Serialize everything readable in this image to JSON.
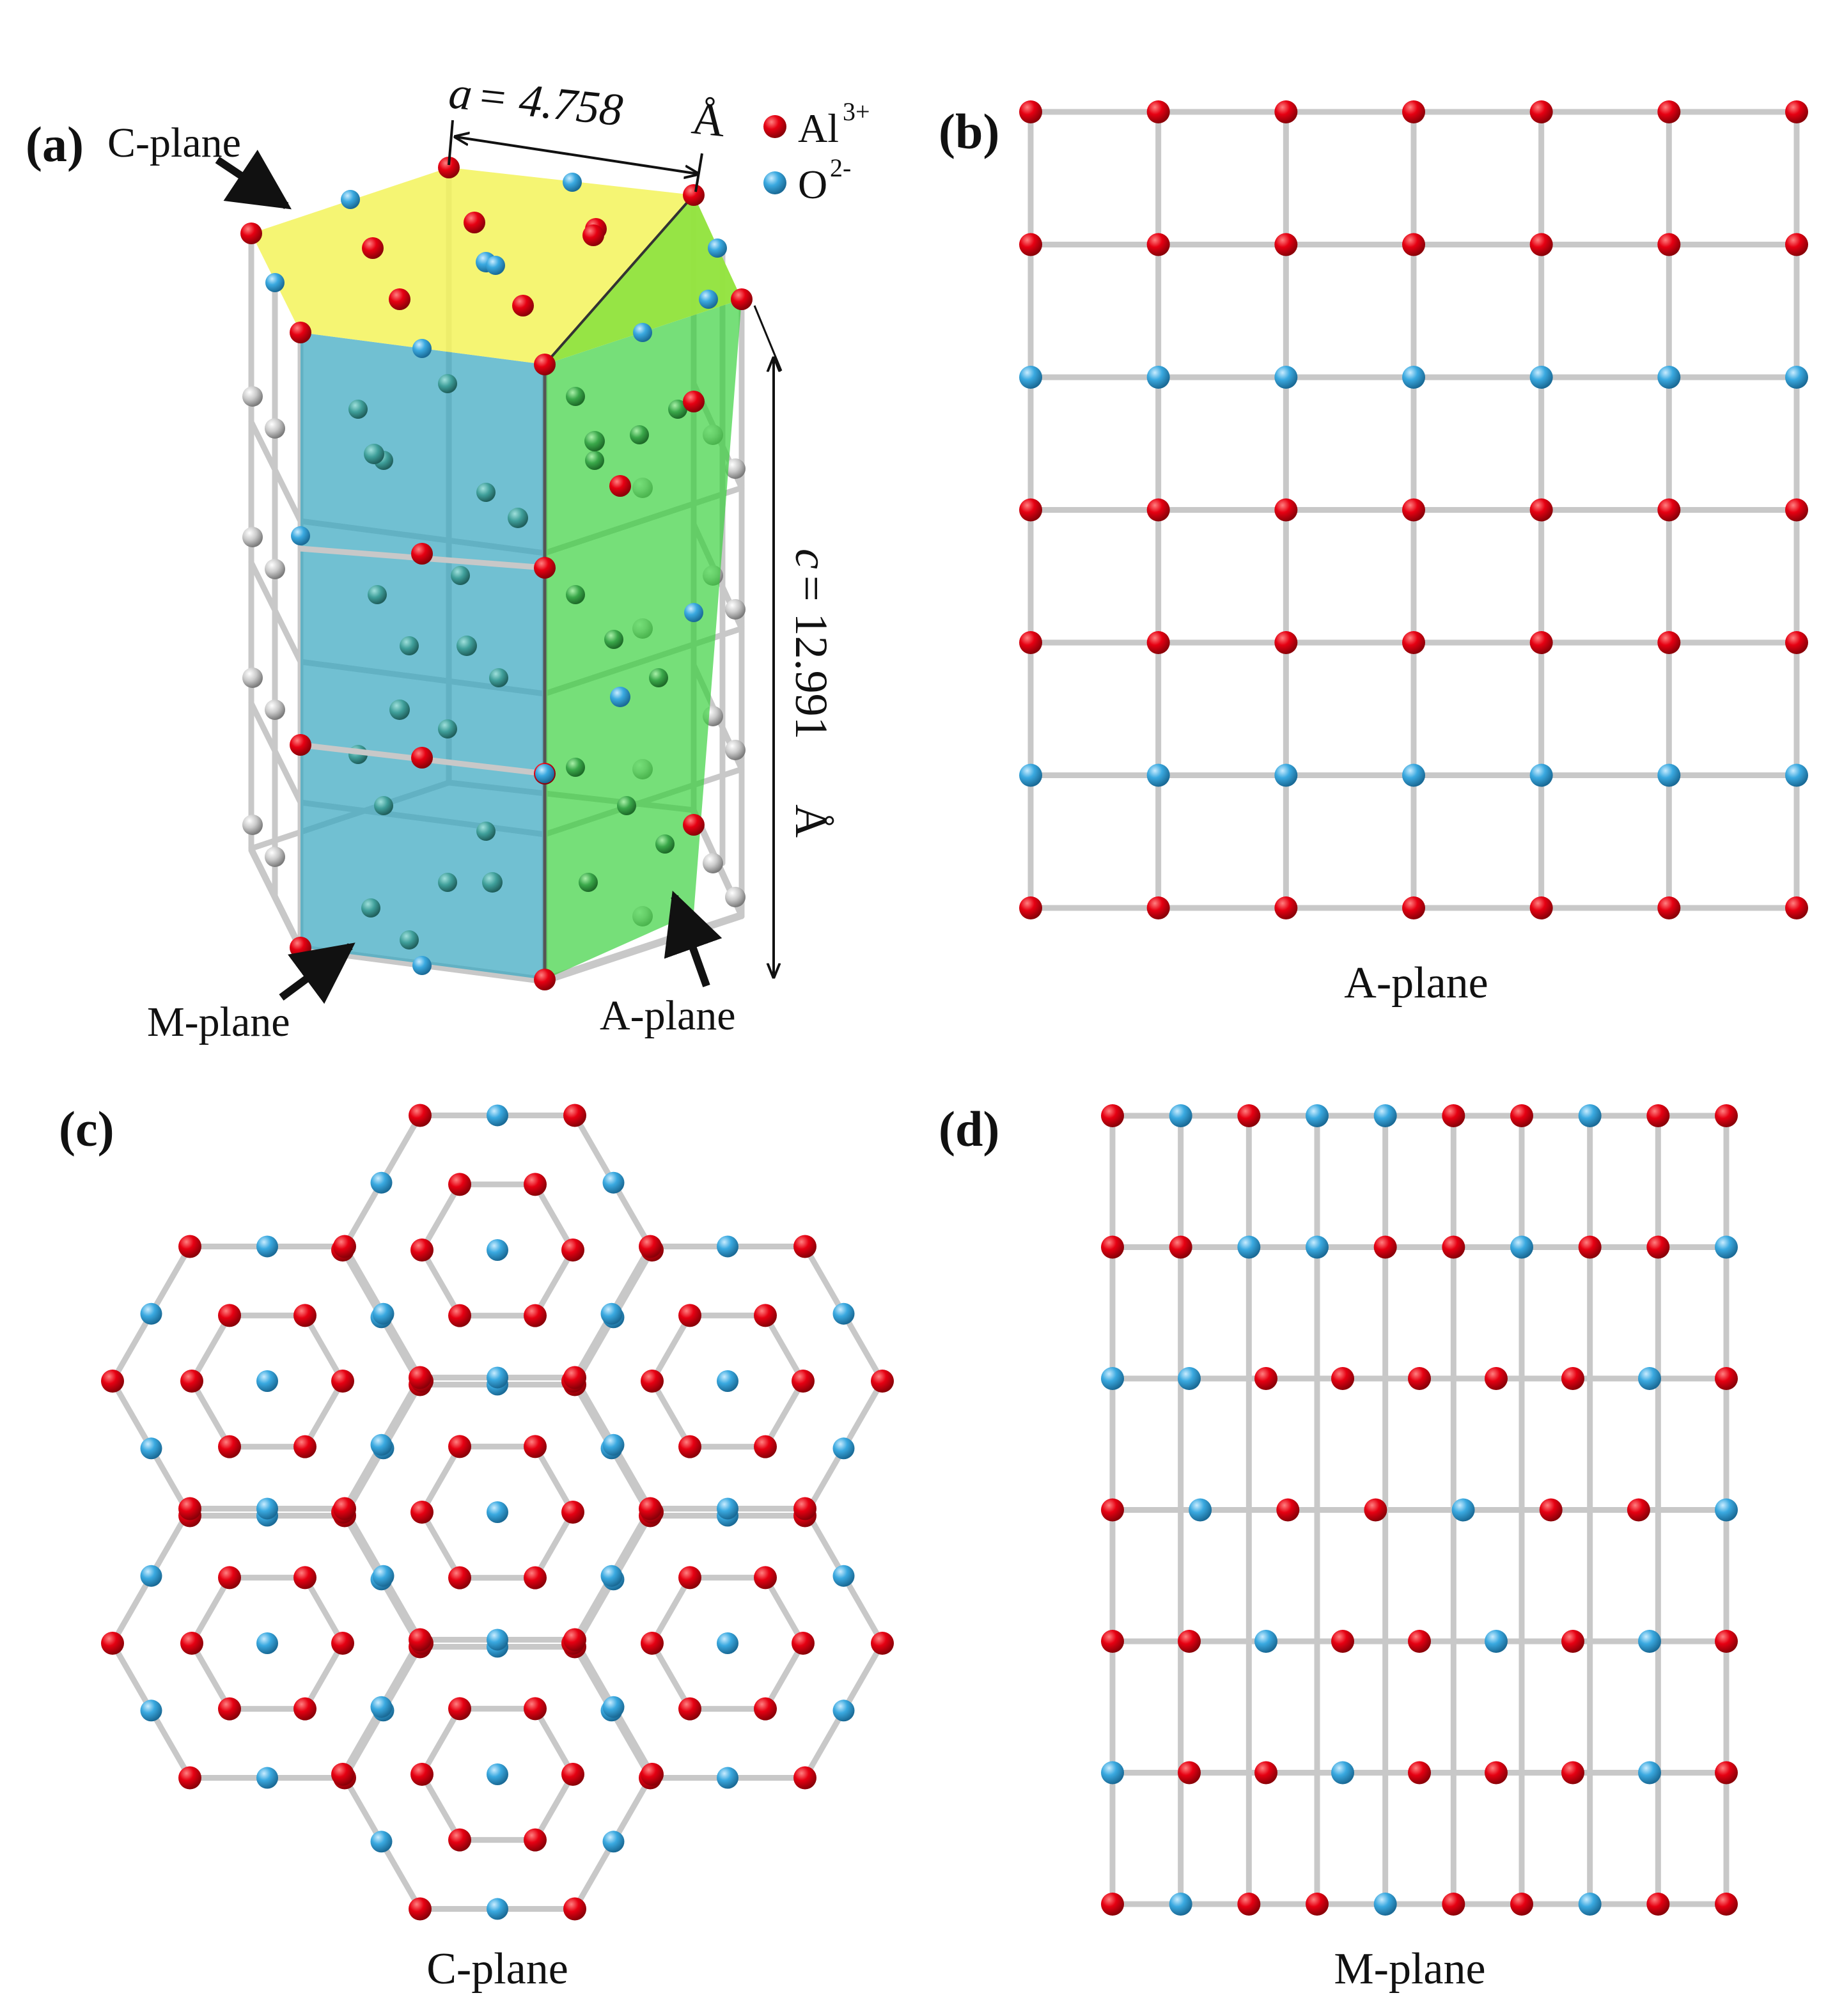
{
  "colors": {
    "al": "#e60012",
    "o": "#3aa9e0",
    "gray_atom": "#c9c9c9",
    "c_plane_fill": "#f3f35a",
    "m_plane_fill": "#3aa7c0",
    "a_plane_fill": "#35d03a"
  },
  "legend": {
    "al_label": "Al",
    "al_sup": "3+",
    "o_label": "O",
    "o_sup": "2-"
  },
  "panel_a": {
    "tag": "(a)",
    "c_plane_label": "C-plane",
    "m_plane_label": "M-plane",
    "a_plane_label": "A-plane",
    "a_param": {
      "var": "a",
      "value": "= 4.758",
      "unit": "Å"
    },
    "c_param": {
      "var": "c",
      "value": "= 12.991",
      "unit": "Å"
    }
  },
  "panel_b": {
    "tag": "(b)",
    "caption": "A-plane",
    "rows": [
      "RRRRRRR",
      "RRRRRRR",
      "OOOOOOO",
      "RRRRRRR",
      "RRRRRRR",
      "OOOOOOO",
      "RRRRRRR"
    ]
  },
  "panel_c": {
    "tag": "(c)",
    "caption": "C-plane"
  },
  "panel_d": {
    "tag": "(d)",
    "caption": "M-plane",
    "rows": [
      "ROROORRORR",
      "RROORRORRO",
      "OORRRRROR",
      "RORRORRO",
      "RRORROROR",
      "ORRORRROR",
      "RORRORRORR"
    ]
  }
}
